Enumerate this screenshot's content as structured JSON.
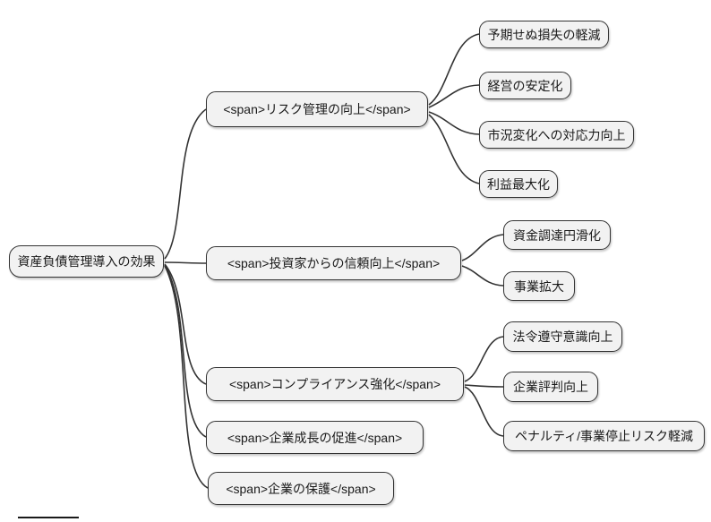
{
  "mindmap": {
    "root": {
      "label": "資産負債管理導入の効果"
    },
    "branches": [
      {
        "label": "<span>リスク管理の向上</span>",
        "children": [
          "予期せぬ損失の軽減",
          "経営の安定化",
          "市況変化への対応力向上",
          "利益最大化"
        ]
      },
      {
        "label": "<span>投資家からの信頼向上</span>",
        "children": [
          "資金調達円滑化",
          "事業拡大"
        ]
      },
      {
        "label": "<span>コンプライアンス強化</span>",
        "children": [
          "法令遵守意識向上",
          "企業評判向上",
          "ペナルティ/事業停止リスク軽減"
        ]
      },
      {
        "label": "<span>企業成長の促進</span>",
        "children": []
      },
      {
        "label": "<span>企業の保護</span>",
        "children": []
      }
    ],
    "colors": {
      "background": "#ffffff",
      "node_fill": "#f2f2f2",
      "node_border": "#333333",
      "edge": "#333333",
      "text": "#1a1a1a"
    }
  }
}
